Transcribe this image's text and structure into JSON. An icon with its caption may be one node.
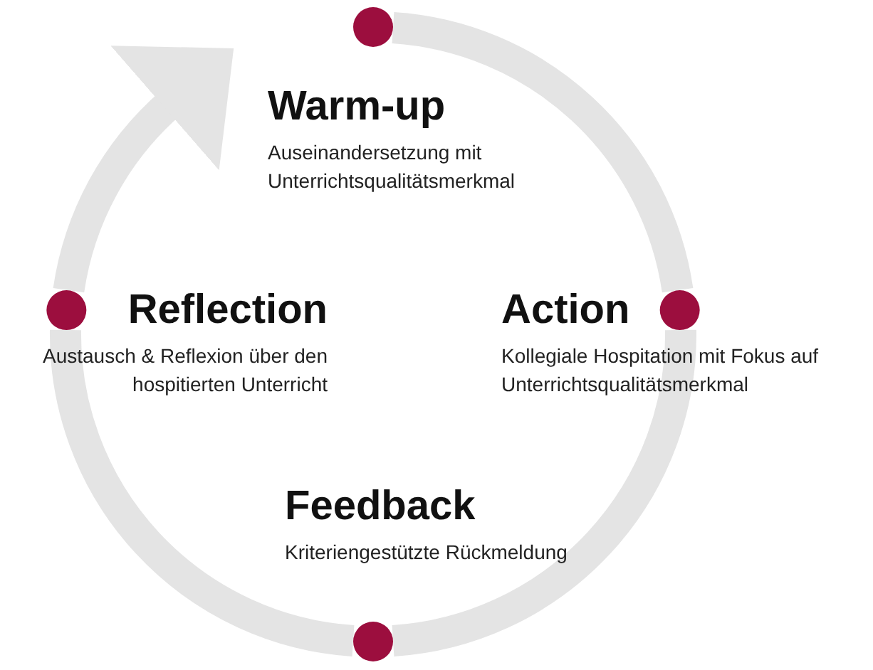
{
  "diagram": {
    "nodes": [
      {
        "text": [],
        "shape": "circle"
      },
      {
        "text": [
          "Warm-up",
          "Auseinandersetzung mit Unterrichtsqualitätsmerkmal"
        ]
      },
      {
        "text": [],
        "shape": "circle"
      },
      {
        "text": [
          "Action",
          "Kollegiale Hospitation mit Fokus auf Unterrichtsqualitätsmerkmal"
        ]
      },
      {
        "text": [],
        "shape": "circle"
      },
      {
        "text": [
          "Feedback",
          "Kriteriengestützte Rückmeldung"
        ]
      },
      {
        "text": [],
        "shape": "circle"
      },
      {
        "text": [
          "Reflection",
          "Austausch & Reflexion über den hospitierten Unterricht"
        ]
      }
    ],
    "edges": [
      {
        "from": 0,
        "to": 2,
        "arrow": "none"
      },
      {
        "from": 2,
        "to": 4,
        "arrow": "none"
      },
      {
        "from": 4,
        "to": 6,
        "arrow": "none"
      },
      {
        "from": 6,
        "to": 1,
        "arrow": "to"
      }
    ]
  }
}
